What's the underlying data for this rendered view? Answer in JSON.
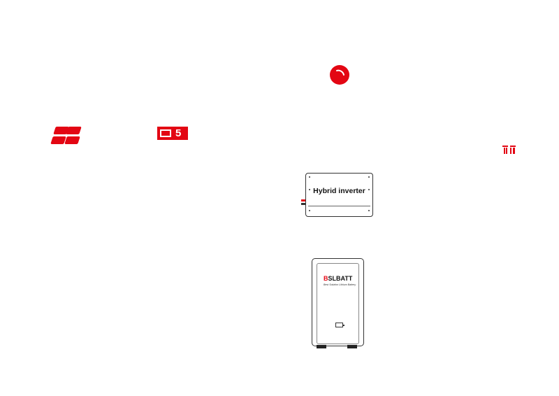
{
  "icons": {
    "solar": "solar-panel-icon",
    "meter": "meter-icon",
    "circle": "power-circle-icon",
    "grid": "grid-tower-icon"
  },
  "meter_label": "5",
  "inverter": {
    "label": "Hybrid inverter"
  },
  "battery": {
    "brand_prefix": "B",
    "brand_rest": "SLBATT",
    "tagline": "Best Solution Lithium Battery"
  },
  "colors": {
    "accent": "#e30613",
    "outline": "#333333"
  }
}
